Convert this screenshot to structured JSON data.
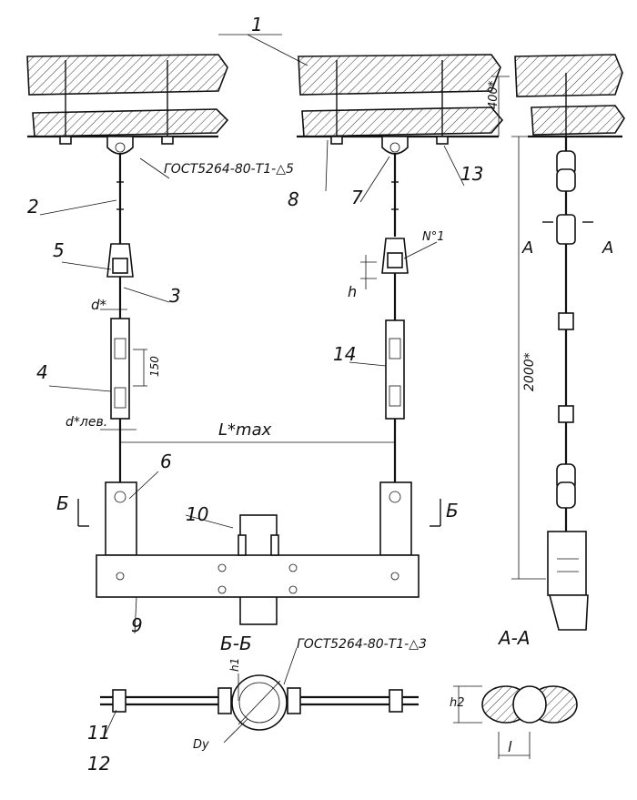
{
  "labels": {
    "l1": "1",
    "l2": "2",
    "l3": "3",
    "l4": "4",
    "l5": "5",
    "l6": "6",
    "l7": "7",
    "l8": "8",
    "l9": "9",
    "l10": "10",
    "l11": "11",
    "l12": "12",
    "l13": "13",
    "l14": "14"
  },
  "annotations": {
    "gost_top": "ГОСТ5264-80-Т1-△5",
    "gost_bottom": "ГОСТ5264-80-Т1-△3",
    "dim_400": "400*",
    "dim_2000": "2000*",
    "dim_150": "150",
    "d_star": "d*",
    "d_left": "d*лев.",
    "l_max": "L*max",
    "h": "h",
    "no1": "N°1",
    "a_left": "А",
    "a_right": "А",
    "b_left": "Б",
    "b_right": "Б",
    "section_aa": "А-А",
    "section_bb": "Б-Б",
    "h1": "h1",
    "h2": "h2",
    "l_small": "l",
    "dy": "Dу"
  }
}
